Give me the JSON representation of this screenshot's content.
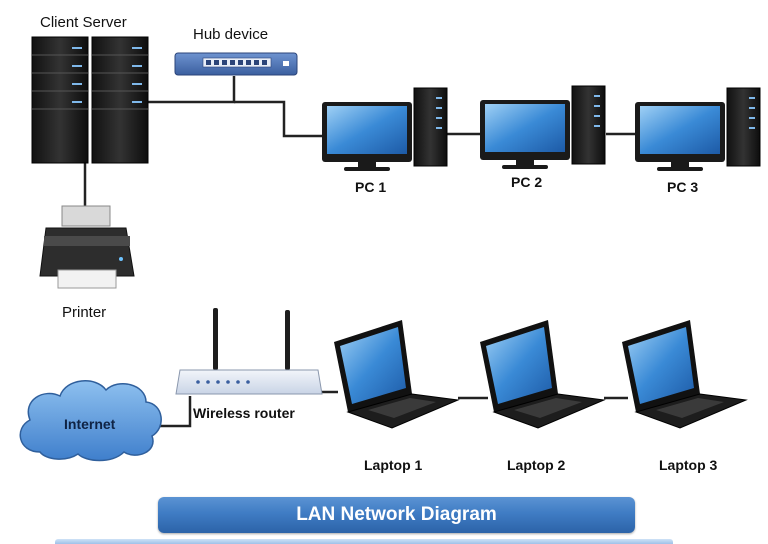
{
  "labels": {
    "client_server": "Client Server",
    "hub_device": "Hub device",
    "printer": "Printer",
    "pc1": "PC 1",
    "pc2": "PC 2",
    "pc3": "PC 3",
    "internet": "Internet",
    "wireless_router": "Wireless router",
    "laptop1": "Laptop 1",
    "laptop2": "Laptop 2",
    "laptop3": "Laptop 3"
  },
  "banner": {
    "title": "LAN Network Diagram"
  },
  "colors": {
    "server_body": "#1c1c1c",
    "screen_blue": "#2b78c9",
    "hub_blue": "#4a72b8",
    "cloud_blue": "#4f8fd6",
    "banner_blue": "#3f7cc4",
    "cable": "#222222"
  }
}
